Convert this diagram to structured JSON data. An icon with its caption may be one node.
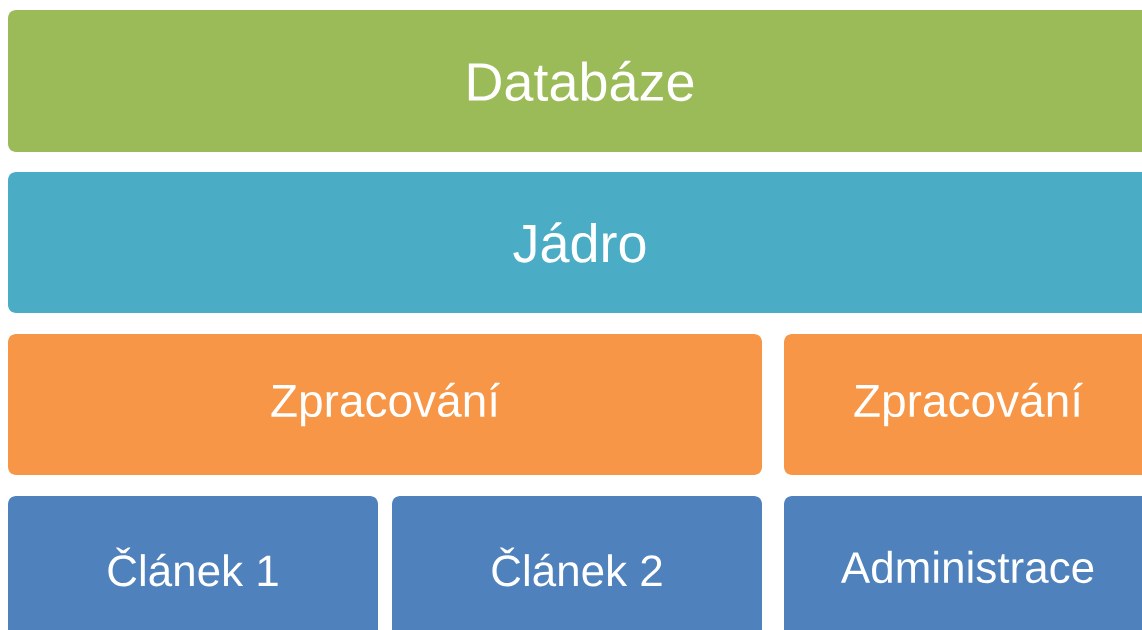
{
  "diagram": {
    "nodes": [
      {
        "text": [
          "Databáze"
        ]
      },
      {
        "text": [
          "Jádro"
        ]
      },
      {
        "text": [
          "Zpracování"
        ]
      },
      {
        "text": [
          "Zpracování"
        ]
      },
      {
        "text": [
          "Článek 1"
        ]
      },
      {
        "text": [
          "Článek 2"
        ]
      },
      {
        "text": [
          "Administrace"
        ]
      }
    ]
  }
}
